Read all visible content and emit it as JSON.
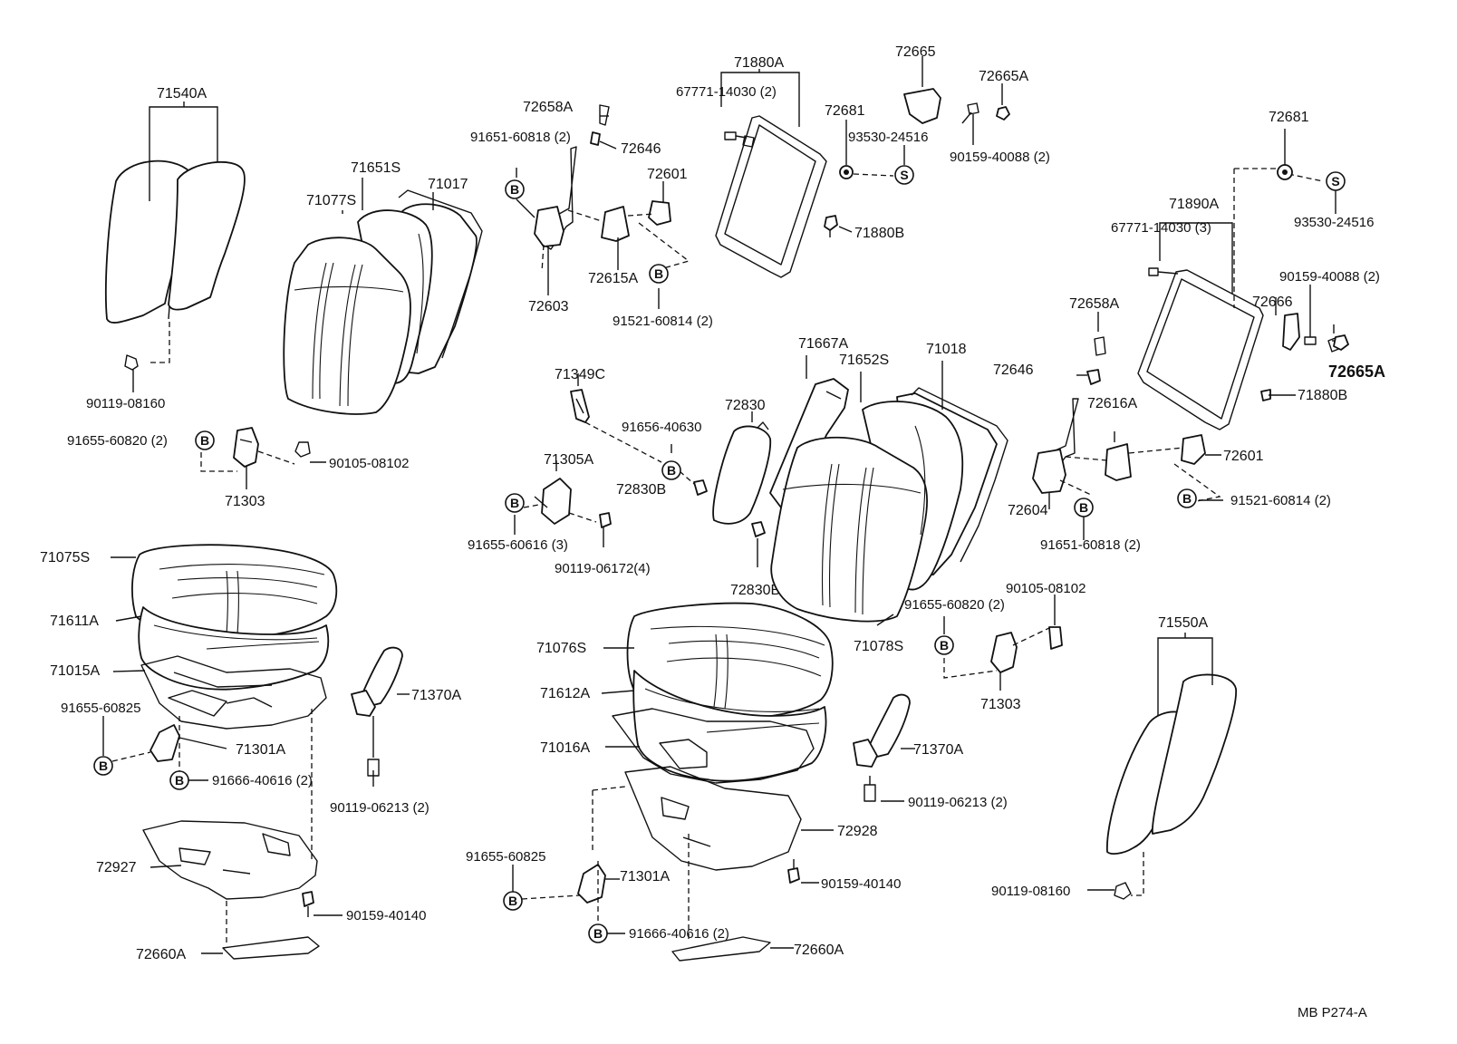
{
  "labels": {
    "l71540A": "71540A",
    "l90119_08160_a": "90119-08160",
    "l71651S": "71651S",
    "l71017": "71017",
    "l71077S": "71077S",
    "l91655_60820_a": "91655-60820 (2)",
    "l90105_08102_a": "90105-08102",
    "l71303_a": "71303",
    "l72658A_a": "72658A",
    "l91651_60818_a": "91651-60818 (2)",
    "l72646_a": "72646",
    "l72601_a": "72601",
    "l72603": "72603",
    "l72615A": "72615A",
    "l91521_60814_a": "91521-60814 (2)",
    "l71880A": "71880A",
    "l67771_a": "67771-14030 (2)",
    "l72665": "72665",
    "l72665A_a": "72665A",
    "l72681_a": "72681",
    "l93530_a": "93530-24516",
    "l90159_40088_a": "90159-40088 (2)",
    "l71880B_a": "71880B",
    "l72681_b": "72681",
    "l71890A": "71890A",
    "l67771_b": "67771-14030 (3)",
    "l93530_b": "93530-24516",
    "l90159_40088_b": "90159-40088 (2)",
    "l72658A_b": "72658A",
    "l72666": "72666",
    "l72665A_b": "72665A",
    "l72646_b": "72646",
    "l71880B_b": "71880B",
    "l72616A": "72616A",
    "l72601_b": "72601",
    "l72604": "72604",
    "l91521_60814_b": "91521-60814 (2)",
    "l91651_60818_b": "91651-60818 (2)",
    "l71349C": "71349C",
    "l91656_40630": "91656-40630",
    "l71305A": "71305A",
    "l72830B_a": "72830B",
    "l91655_60616": "91655-60616 (3)",
    "l90119_06172": "90119-06172(4)",
    "l72830": "72830",
    "l72830B_b": "72830B",
    "l71667A": "71667A",
    "l71652S": "71652S",
    "l71018": "71018",
    "l71078S": "71078S",
    "l71075S": "71075S",
    "l71611A": "71611A",
    "l71015A": "71015A",
    "l91655_60825_a": "91655-60825",
    "l71301A_a": "71301A",
    "l91666_40616_a": "91666-40616 (2)",
    "l71370A_a": "71370A",
    "l90119_06213_a": "90119-06213 (2)",
    "l72927": "72927",
    "l90159_40140_a": "90159-40140",
    "l72660A_a": "72660A",
    "l71076S": "71076S",
    "l71612A": "71612A",
    "l71016A": "71016A",
    "l72928": "72928",
    "l91655_60825_b": "91655-60825",
    "l71301A_b": "71301A",
    "l91666_40616_b": "91666-40616 (2)",
    "l90159_40140_b": "90159-40140",
    "l72660A_b": "72660A",
    "l91655_60820_b": "91655-60820 (2)",
    "l90105_08102_b": "90105-08102",
    "l71303_b": "71303",
    "l71370A_b": "71370A",
    "l90119_06213_b": "90119-06213 (2)",
    "l71550A": "71550A",
    "l90119_08160_b": "90119-08160"
  },
  "markers": {
    "b": "B",
    "s": "S"
  },
  "footer": {
    "ref": "MB  P274-A"
  }
}
